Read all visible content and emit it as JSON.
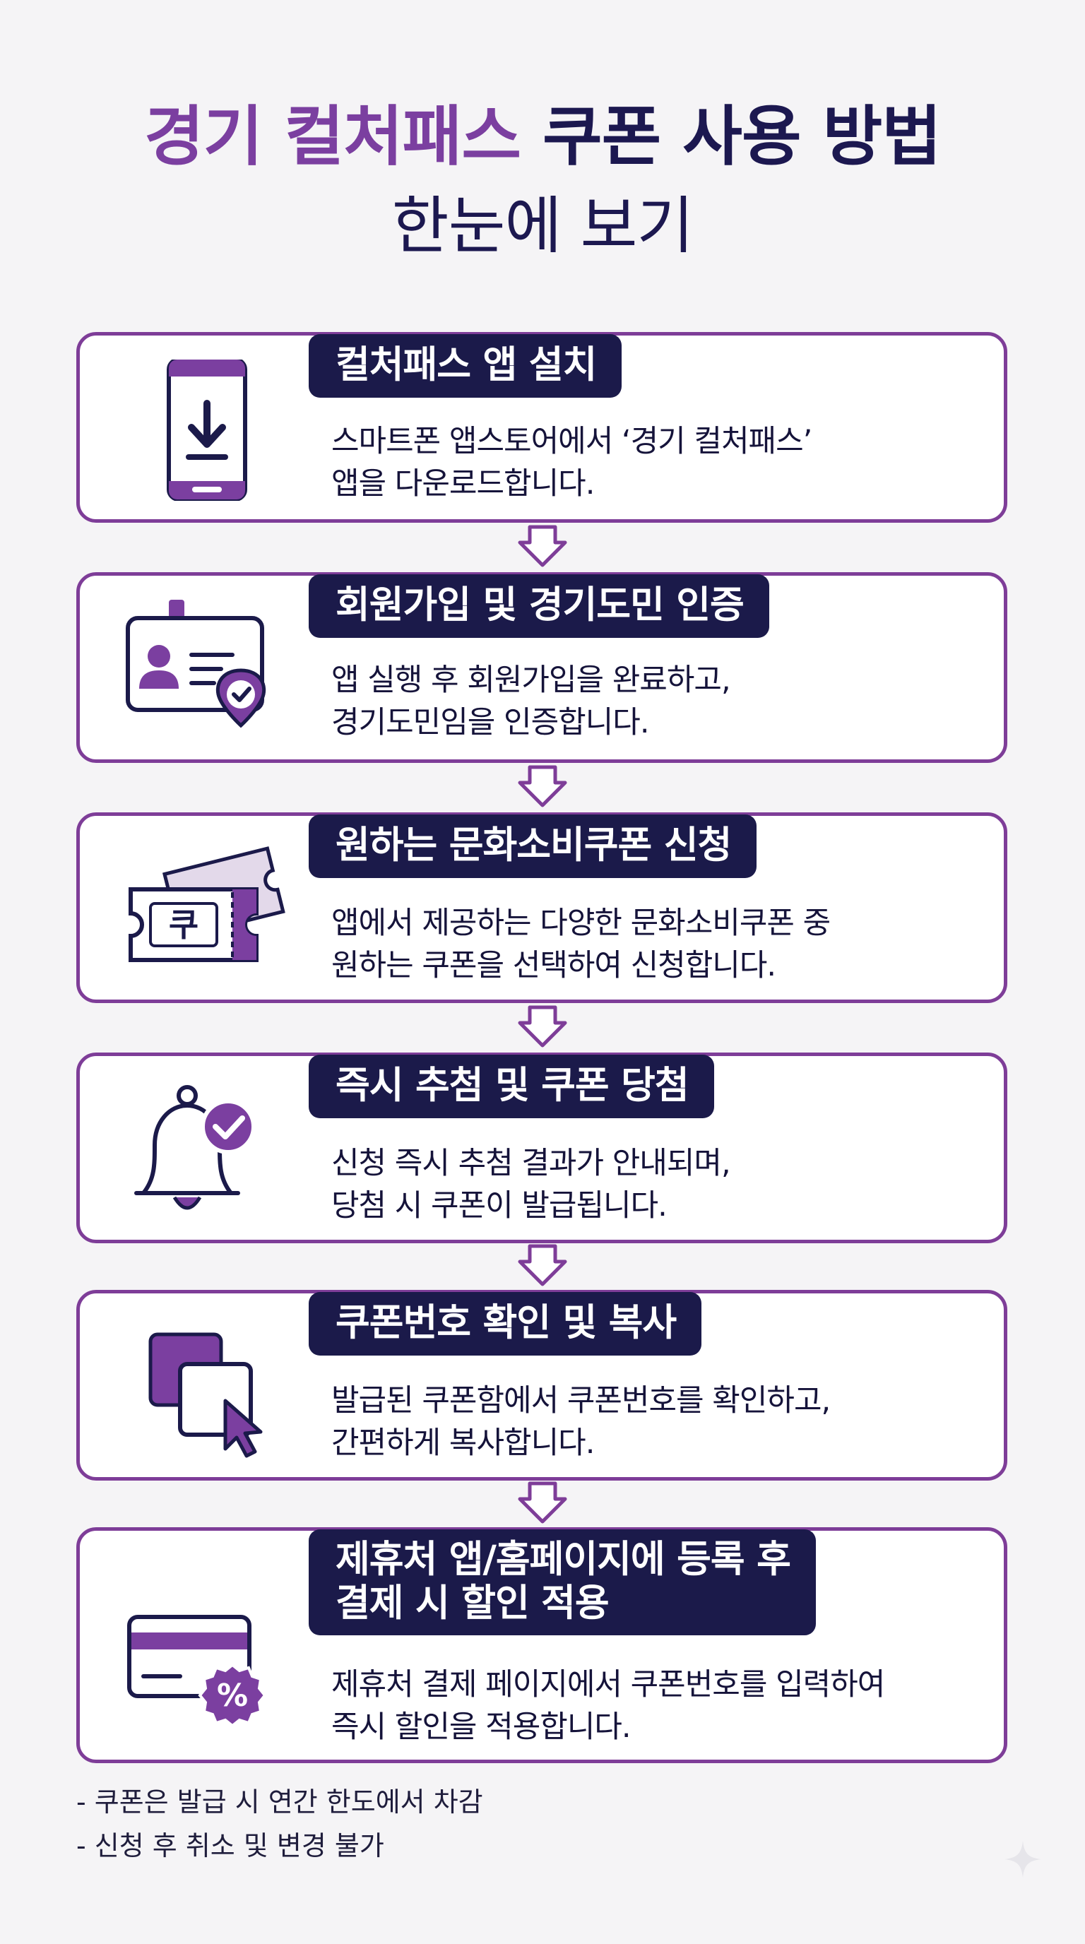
{
  "title": {
    "accent": "경기 컬처패스",
    "main": "쿠폰 사용 방법",
    "subtitle": "한눈에 보기"
  },
  "steps": [
    {
      "icon": "phone-download-icon",
      "heading": "컬처패스 앱 설치",
      "lines": [
        "스마트폰 앱스토어에서 ‘경기 컬처패스’",
        "앱을 다운로드합니다."
      ]
    },
    {
      "icon": "id-card-verify-icon",
      "heading": "회원가입 및 경기도민 인증",
      "lines": [
        "앱 실행 후 회원가입을 완료하고,",
        "경기도민임을 인증합니다."
      ]
    },
    {
      "icon": "coupon-ticket-icon",
      "icon_text": "쿠",
      "heading": "원하는 문화소비쿠폰 신청",
      "lines": [
        "앱에서 제공하는 다양한 문화소비쿠폰 중",
        "원하는 쿠폰을 선택하여 신청합니다."
      ]
    },
    {
      "icon": "bell-check-icon",
      "heading": "즉시 추첨 및 쿠폰 당첨",
      "lines": [
        "신청 즉시 추첨 결과가 안내되며,",
        "당첨 시 쿠폰이 발급됩니다."
      ]
    },
    {
      "icon": "copy-cursor-icon",
      "heading": "쿠폰번호 확인 및 복사",
      "lines": [
        "발급된 쿠폰함에서 쿠폰번호를 확인하고,",
        "간편하게 복사합니다."
      ]
    },
    {
      "icon": "card-discount-icon",
      "icon_text": "%",
      "heading_lines": [
        "제휴처 앱/홈페이지에 등록 후",
        "결제 시 할인 적용"
      ],
      "lines": [
        "제휴처 결제 페이지에서 쿠폰번호를 입력하여",
        "즉시 할인을 적용합니다."
      ]
    }
  ],
  "notes": [
    "- 쿠폰은 발급 시 연간 한도에서 차감",
    "- 신청 후 취소 및 변경 불가"
  ],
  "colors": {
    "accent": "#7b3fa0",
    "navy": "#1b1a4a",
    "border": "#7e3d98",
    "background": "#f5f4f6"
  }
}
